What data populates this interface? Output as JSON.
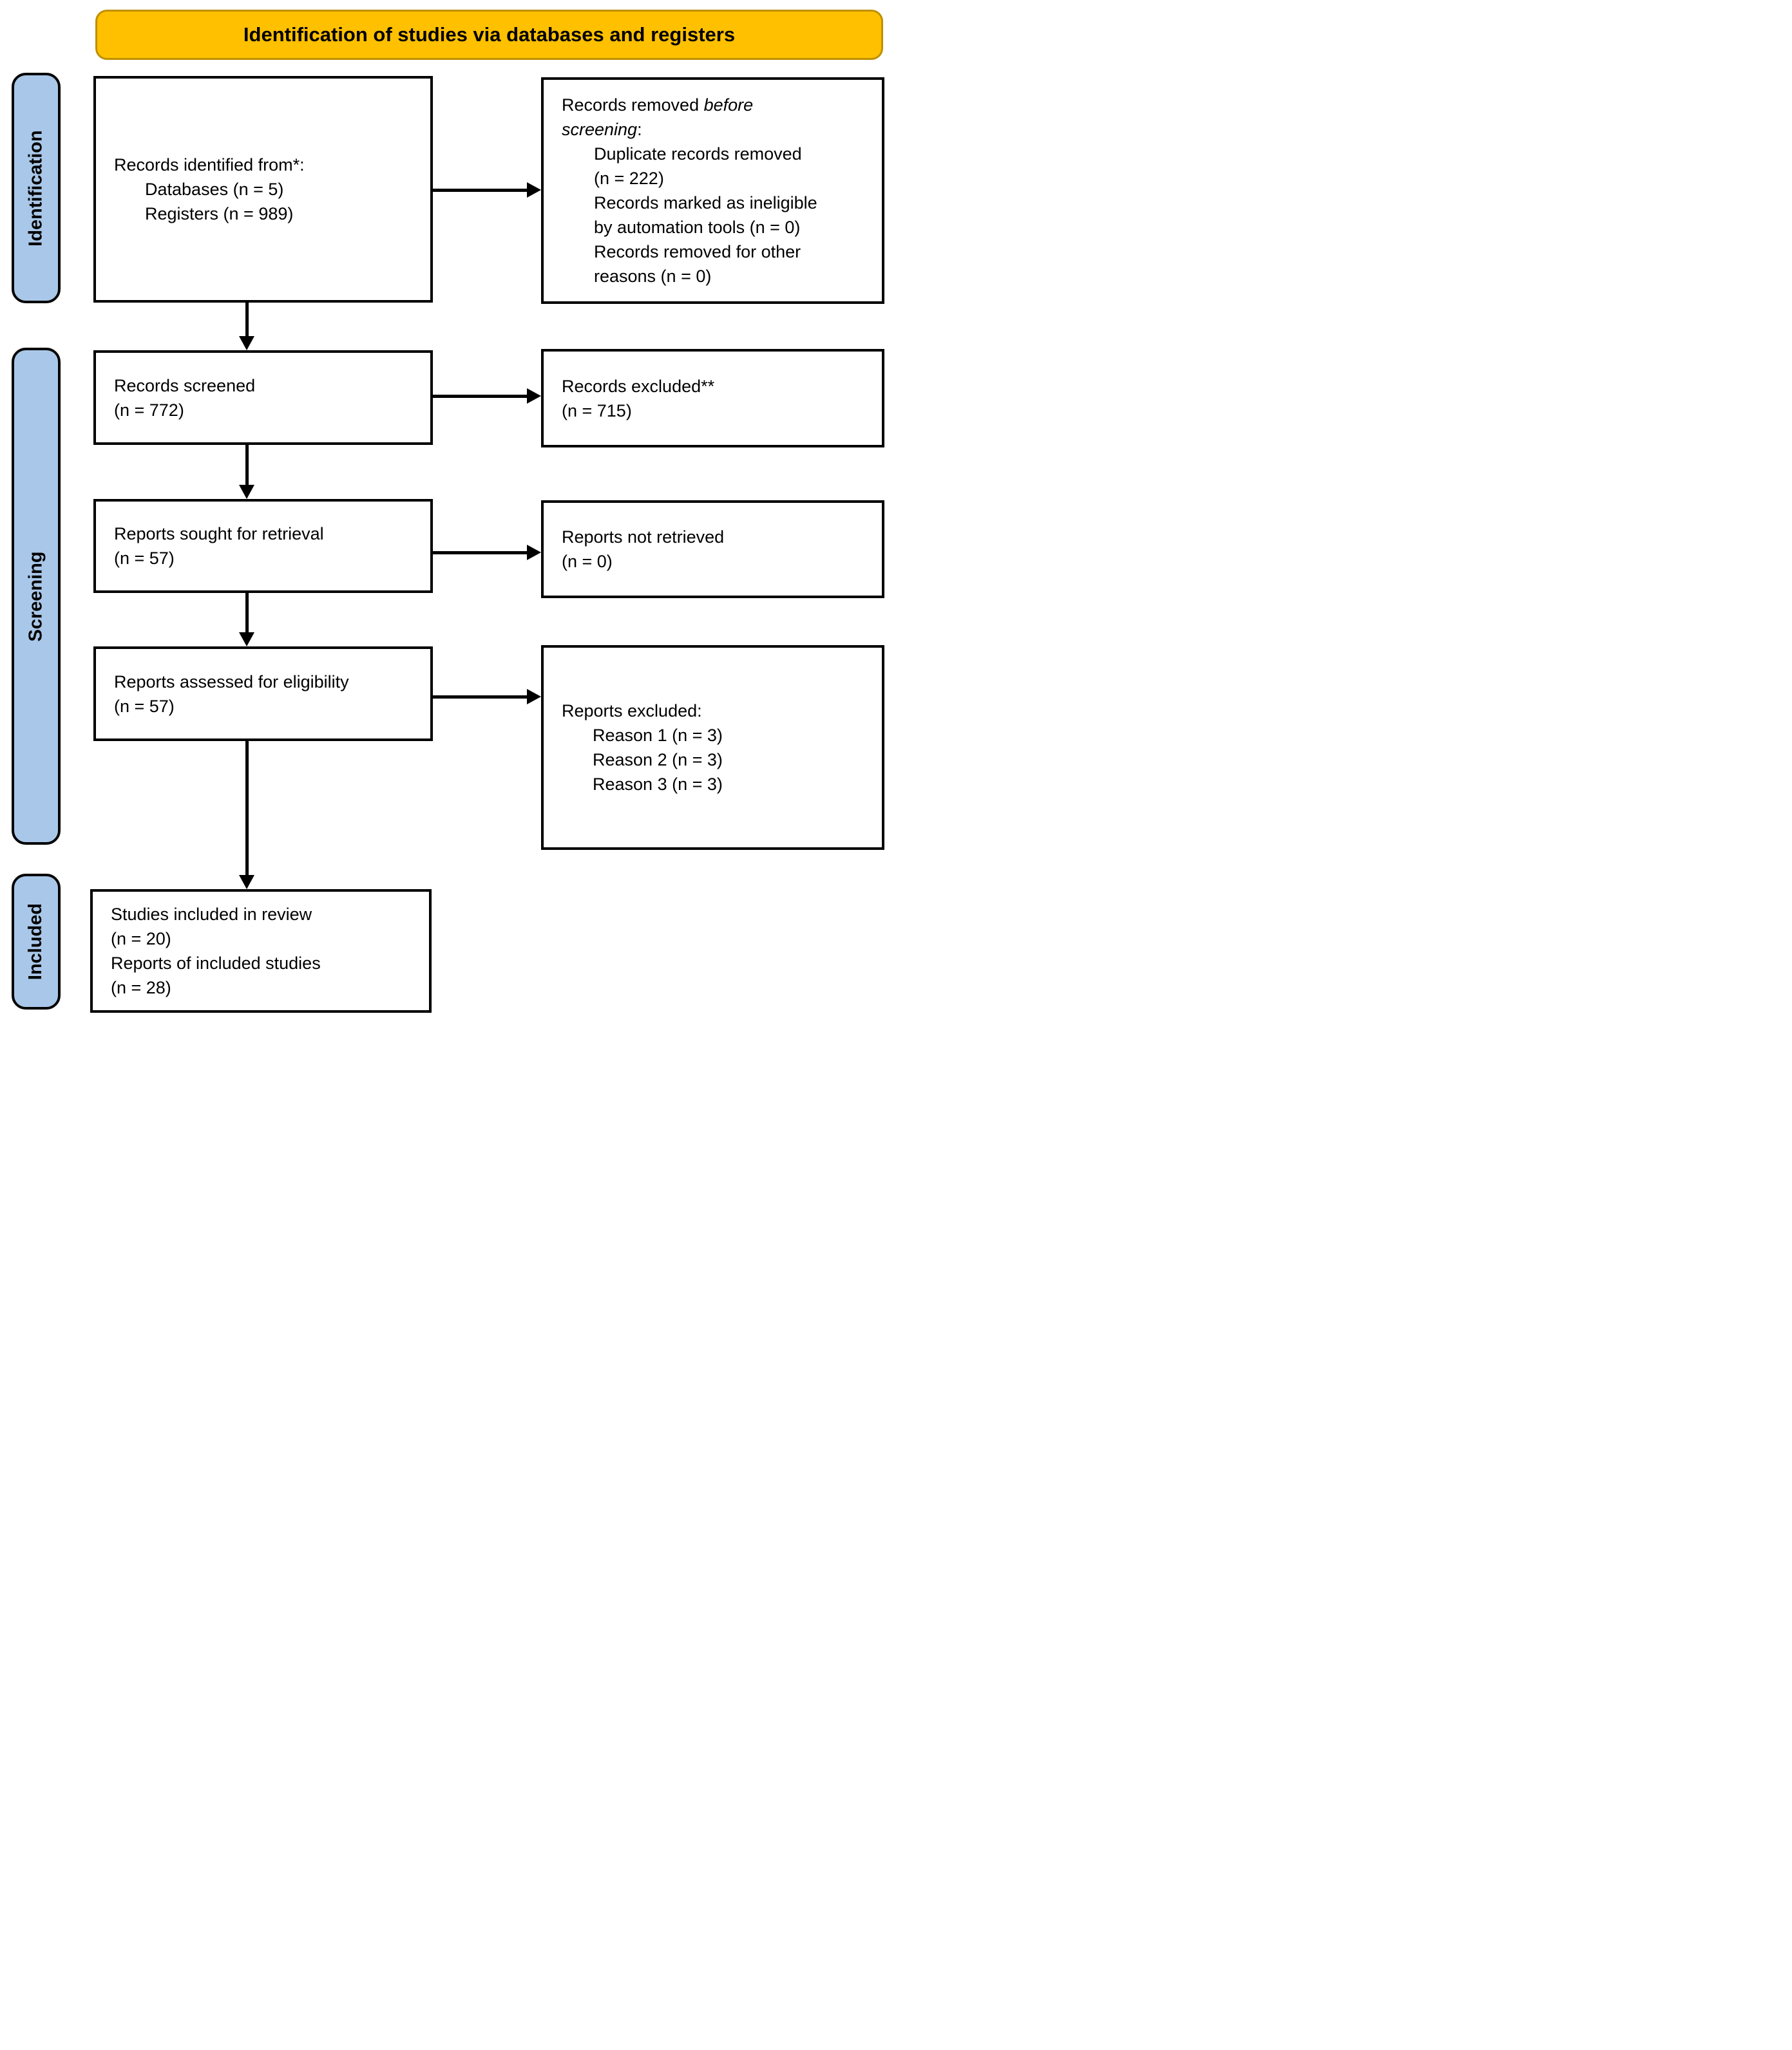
{
  "title_banner": "Identification of studies via databases and registers",
  "stages": {
    "identification": "Identification",
    "screening": "Screening",
    "included": "Included"
  },
  "boxes": {
    "records_identified": {
      "title": "Records identified from*:",
      "items": [
        "Databases (n = 5)",
        "Registers (n = 989)"
      ]
    },
    "records_removed": {
      "line1_prefix": "Records removed ",
      "line1_italic": "before",
      "line2_italic": "screening",
      "line2_suffix": ":",
      "item_lines": [
        "Duplicate records removed",
        "(n = 222)",
        "Records marked as ineligible",
        "by automation tools (n = 0)",
        "Records removed for other",
        "reasons (n = 0)"
      ]
    },
    "records_screened": {
      "line1": "Records screened",
      "line2": "(n = 772)"
    },
    "records_excluded": {
      "line1": "Records excluded**",
      "line2": "(n = 715)"
    },
    "reports_sought": {
      "line1": "Reports sought for retrieval",
      "line2": "(n = 57)"
    },
    "reports_not_retrieved": {
      "line1": "Reports not retrieved",
      "line2": "(n = 0)"
    },
    "reports_assessed": {
      "line1": "Reports assessed for eligibility",
      "line2": "(n = 57)"
    },
    "reports_excluded": {
      "title": "Reports excluded:",
      "items": [
        "Reason 1 (n = 3)",
        "Reason 2 (n = 3)",
        "Reason 3 (n = 3)"
      ]
    },
    "studies_included": {
      "line1": "Studies included in review",
      "line2": "(n = 20)",
      "line3": "Reports of included studies",
      "line4": "(n = 28)"
    }
  },
  "colors": {
    "banner_fill": "#FFC000",
    "banner_border": "#BF9000",
    "stage_fill": "#A9C7E8",
    "stage_border": "#000000",
    "box_border": "#000000",
    "arrow_color": "#000000"
  }
}
